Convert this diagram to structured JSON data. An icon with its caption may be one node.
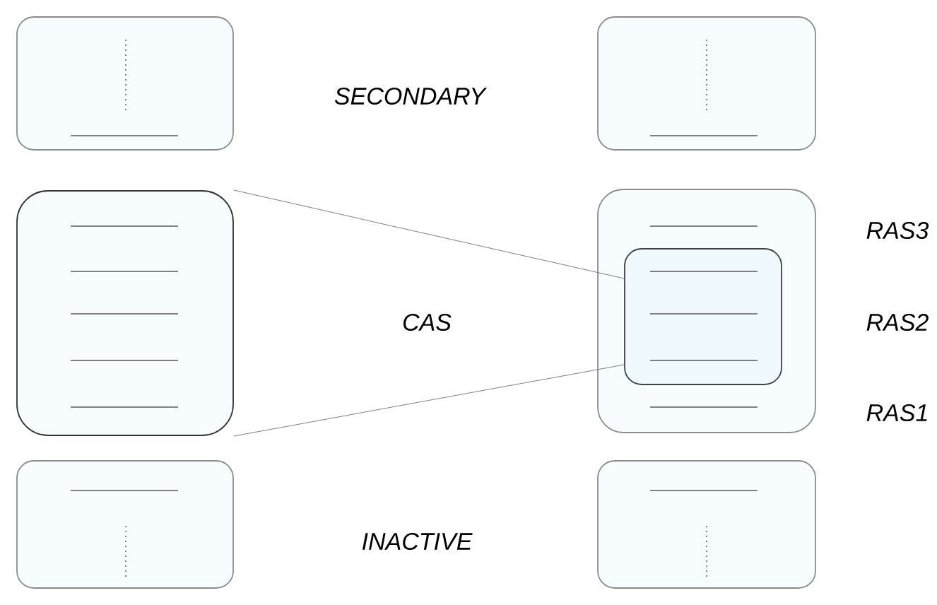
{
  "diagram": {
    "nodes": [
      {
        "text": [],
        "shape": "box"
      },
      {
        "text": [],
        "shape": "box"
      },
      {
        "text": [],
        "shape": "box"
      },
      {
        "text": [],
        "shape": "box"
      },
      {
        "text": [],
        "shape": "box",
        "in": 3
      },
      {
        "text": [],
        "shape": "box"
      },
      {
        "text": [],
        "shape": "box"
      }
    ],
    "edges": [
      {
        "from": 2,
        "to": 4,
        "arrow": "none"
      },
      {
        "from": 2,
        "to": 4,
        "arrow": "none"
      }
    ],
    "labels": [
      "SECONDARY",
      "RAS3",
      "CAS",
      "RAS2",
      "RAS1",
      "INACTIVE"
    ]
  }
}
